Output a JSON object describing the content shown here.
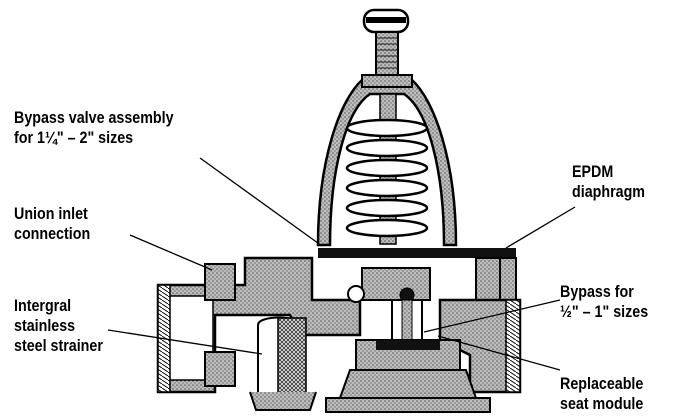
{
  "callouts": {
    "bypass_valve": [
      "Bypass valve assembly",
      "for 1¼\" – 2\" sizes"
    ],
    "epdm": [
      "EPDM",
      "diaphragm"
    ],
    "union_inlet": [
      "Union inlet",
      "connection"
    ],
    "strainer": [
      "Intergral",
      "stainless",
      "steel strainer"
    ],
    "bypass_small": [
      "Bypass for",
      "½\" – 1\" sizes"
    ],
    "seat_module": [
      "Replaceable",
      "seat module"
    ]
  },
  "colors": {
    "ink": "#000000",
    "body_fill": "#9a9a9a",
    "paper": "#ffffff"
  }
}
